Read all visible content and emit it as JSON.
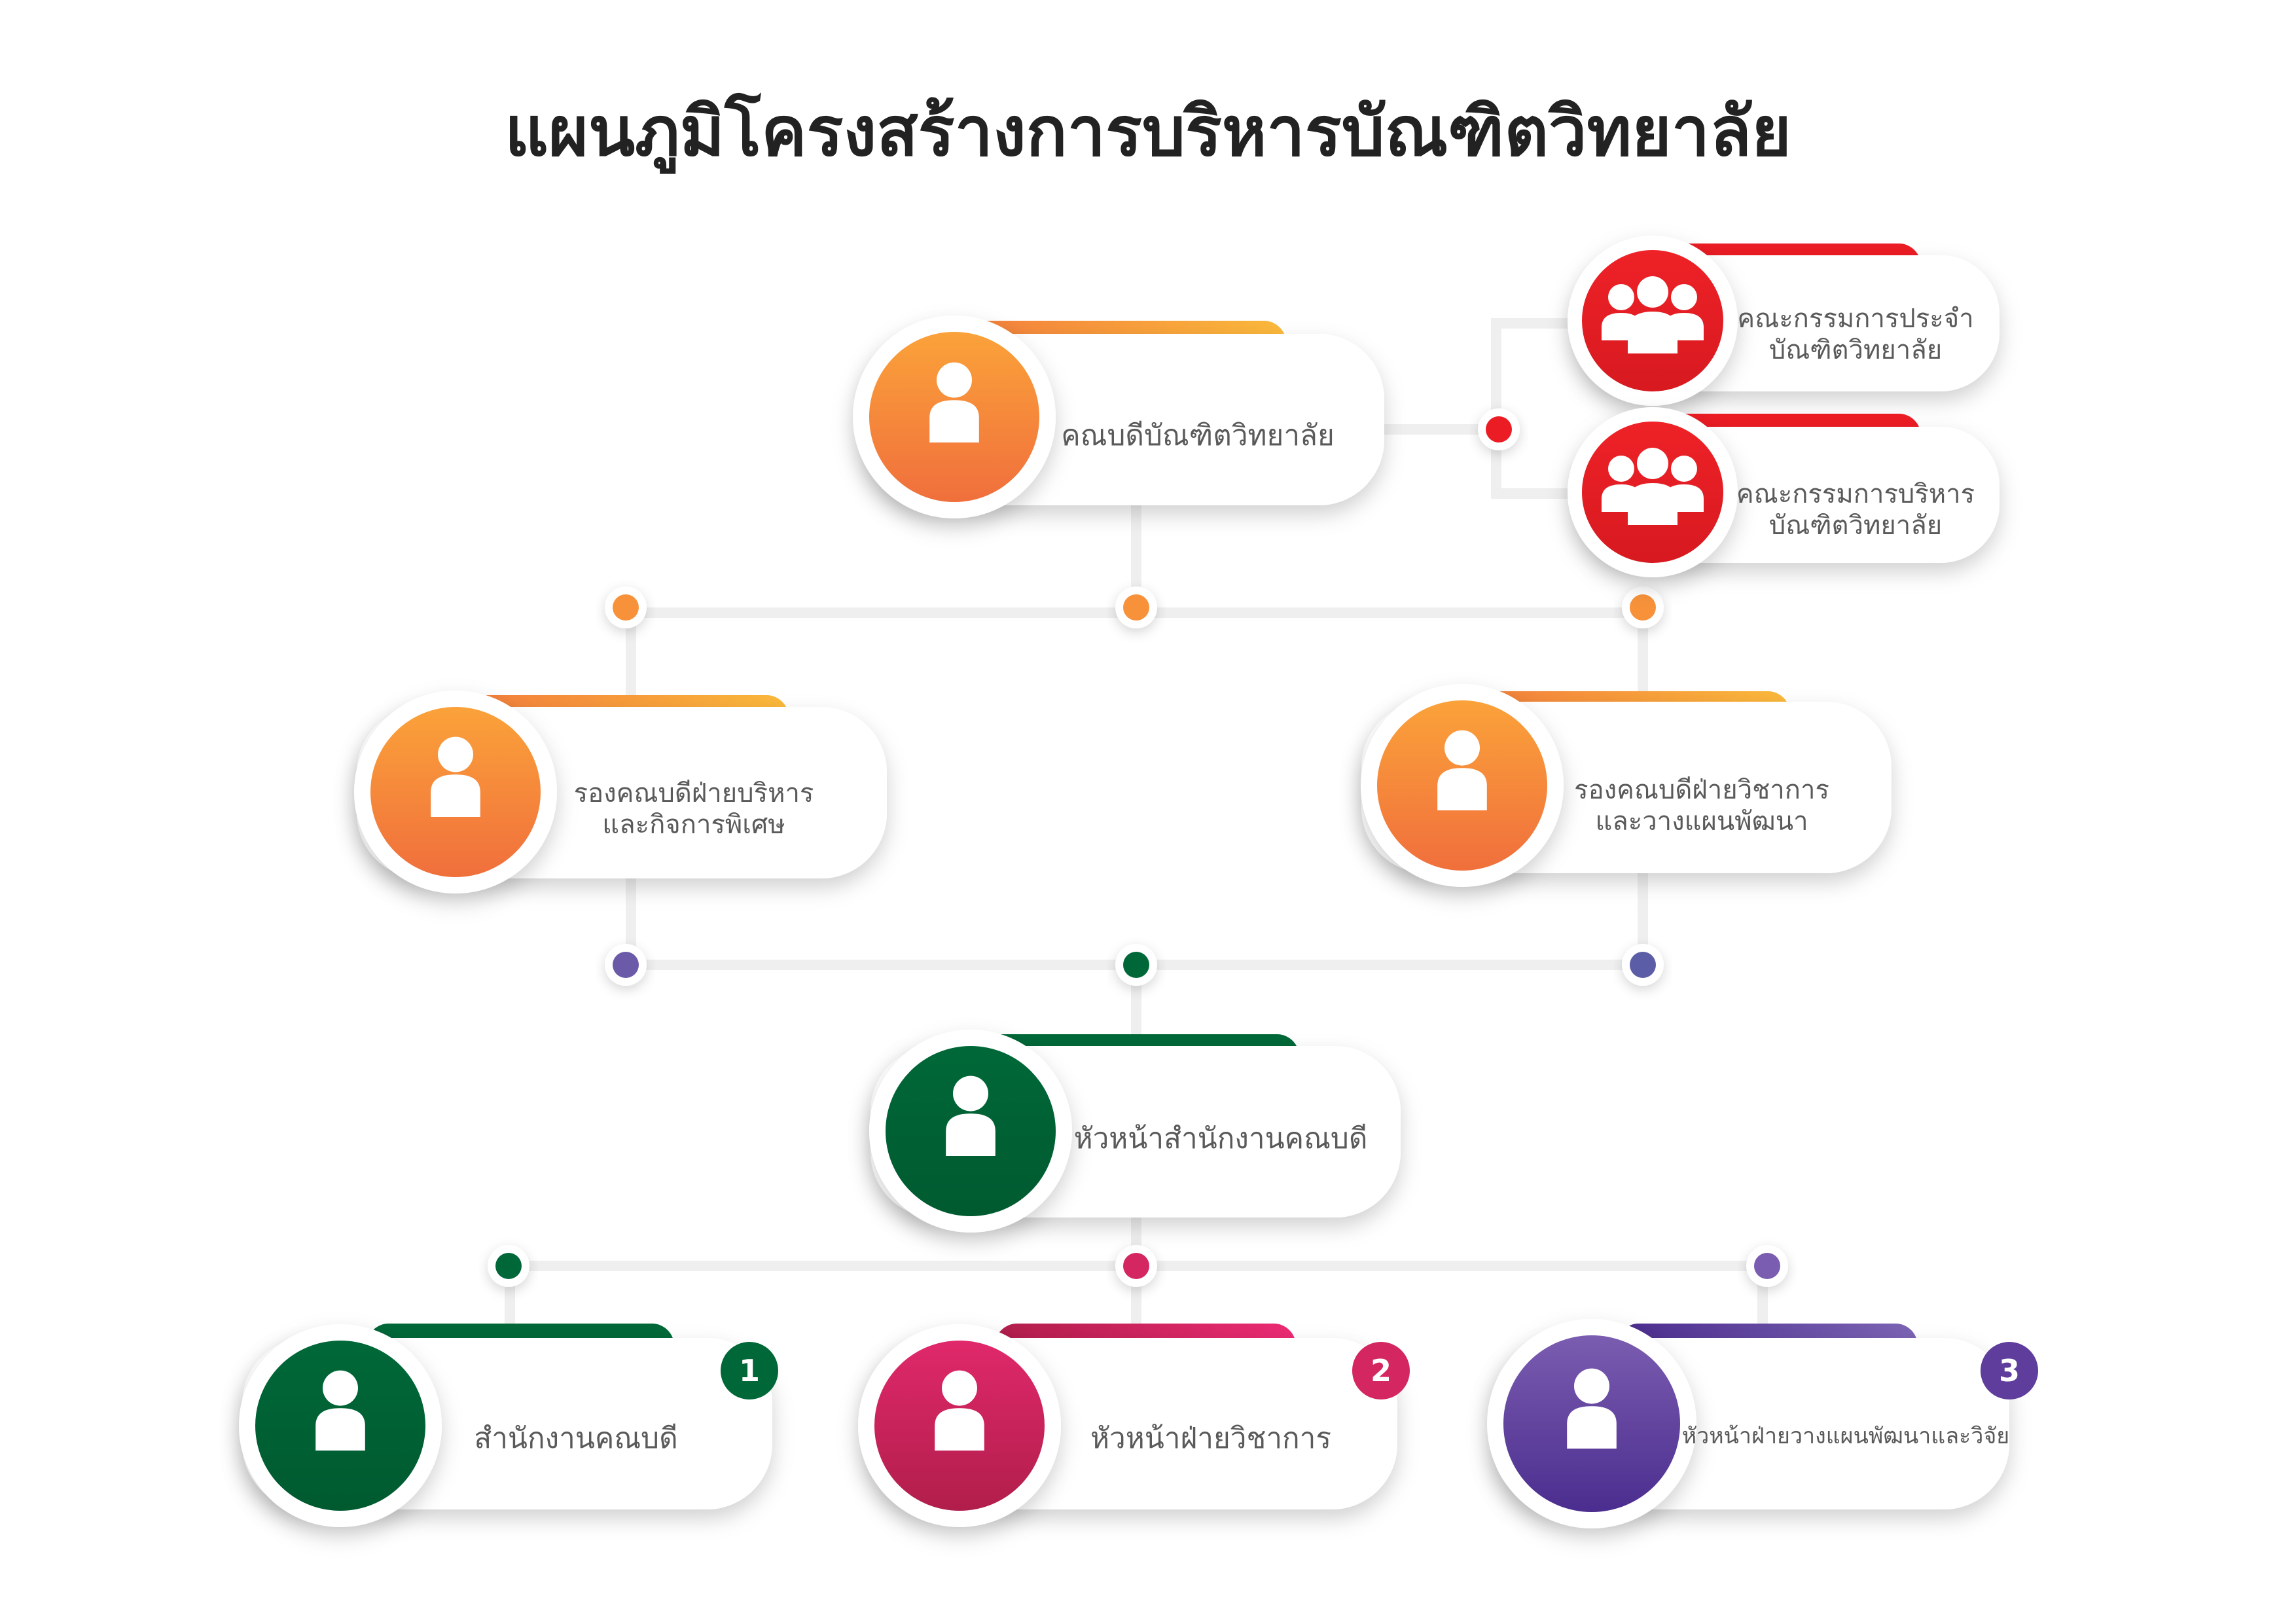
{
  "title": "แผนภูมิโครงสร้างการบริหารบัณฑิตวิทยาลัย",
  "colors": {
    "orange_start": "#fbb93b",
    "orange_end": "#f07a3c",
    "red": "#ec1c24",
    "green": "#006838",
    "magenta_start": "#e8336d",
    "magenta_end": "#b11e4b",
    "purple_start": "#7c5fb1",
    "purple_end": "#4b2d8f",
    "connector": "#eeeeee",
    "dot_blue": "#5b5ea6"
  },
  "nodes": {
    "dean": {
      "label": "คณบดีบัณฑิตวิทยาลัย",
      "icon": "person-icon"
    },
    "committee_standing": {
      "lines": [
        "คณะกรรมการประจำ",
        "บัณฑิตวิทยาลัย"
      ],
      "icon": "group-icon"
    },
    "committee_admin": {
      "lines": [
        "คณะกรรมการบริหาร",
        "บัณฑิตวิทยาลัย"
      ],
      "icon": "group-icon"
    },
    "vice_dean_admin": {
      "lines": [
        "รองคณบดีฝ่ายบริหาร",
        "และกิจการพิเศษ"
      ],
      "icon": "person-icon"
    },
    "vice_dean_academic": {
      "lines": [
        "รองคณบดีฝ่ายวิชาการ",
        "และวางแผนพัฒนา"
      ],
      "icon": "person-icon"
    },
    "head_office": {
      "label": "หัวหน้าสำนักงานคณบดี",
      "icon": "person-icon"
    },
    "office": {
      "label": "สำนักงานคณบดี",
      "badge": "1",
      "icon": "person-icon"
    },
    "head_academic": {
      "label": "หัวหน้าฝ่ายวิชาการ",
      "badge": "2",
      "icon": "person-icon"
    },
    "head_planning": {
      "label": "หัวหน้าฝ่ายวางแผนพัฒนาและวิจัย",
      "badge": "3",
      "icon": "person-icon"
    }
  }
}
